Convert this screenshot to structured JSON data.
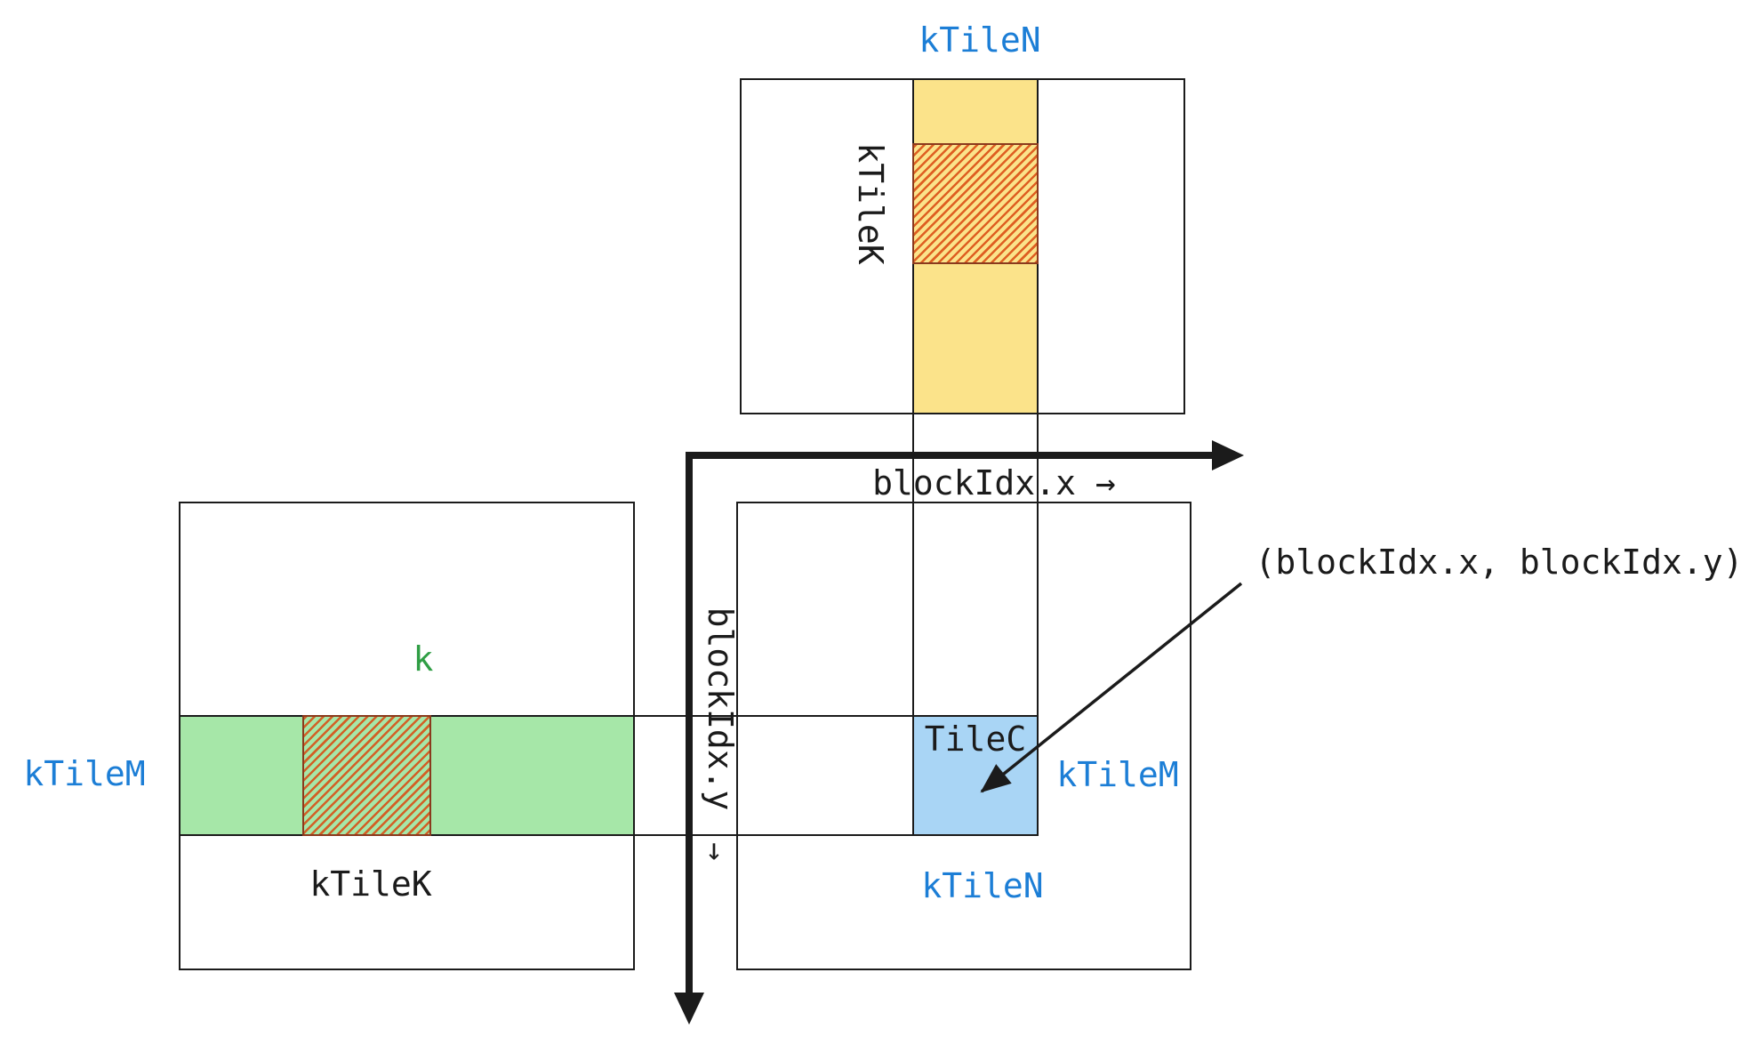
{
  "colors": {
    "blue_label": "#1c7ed6",
    "green_label": "#2f9e44",
    "line_black": "#1b1b1b",
    "strip_yellow": "#fbe38a",
    "strip_green": "#a6e7a8",
    "tile_blue": "#a9d5f5",
    "hatch_red": "#d9480f",
    "hatch_border": "#8a3a1d"
  },
  "matrix_b": {
    "top_label": "kTileN",
    "side_label": "kTileK"
  },
  "matrix_a": {
    "k_label": "k",
    "left_label": "kTileM",
    "bottom_label": "kTileK"
  },
  "matrix_c": {
    "tile_label": "TileC",
    "right_label": "kTileM",
    "bottom_label": "kTileN"
  },
  "axes": {
    "x_label": "blockIdx.x",
    "x_arrow": "→",
    "y_label": "blockIdx.y",
    "y_arrow": "↓"
  },
  "annotation": {
    "label": "(blockIdx.x, blockIdx.y)"
  }
}
